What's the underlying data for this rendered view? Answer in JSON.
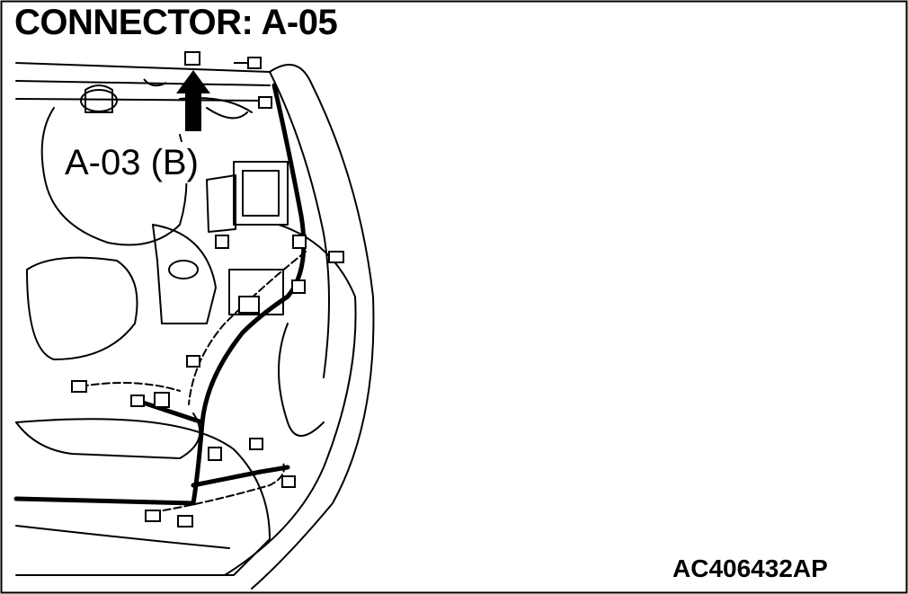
{
  "figure": {
    "title": "CONNECTOR: A-05",
    "callout_label": "A-03 (B)",
    "figure_code": "AC406432AP"
  }
}
